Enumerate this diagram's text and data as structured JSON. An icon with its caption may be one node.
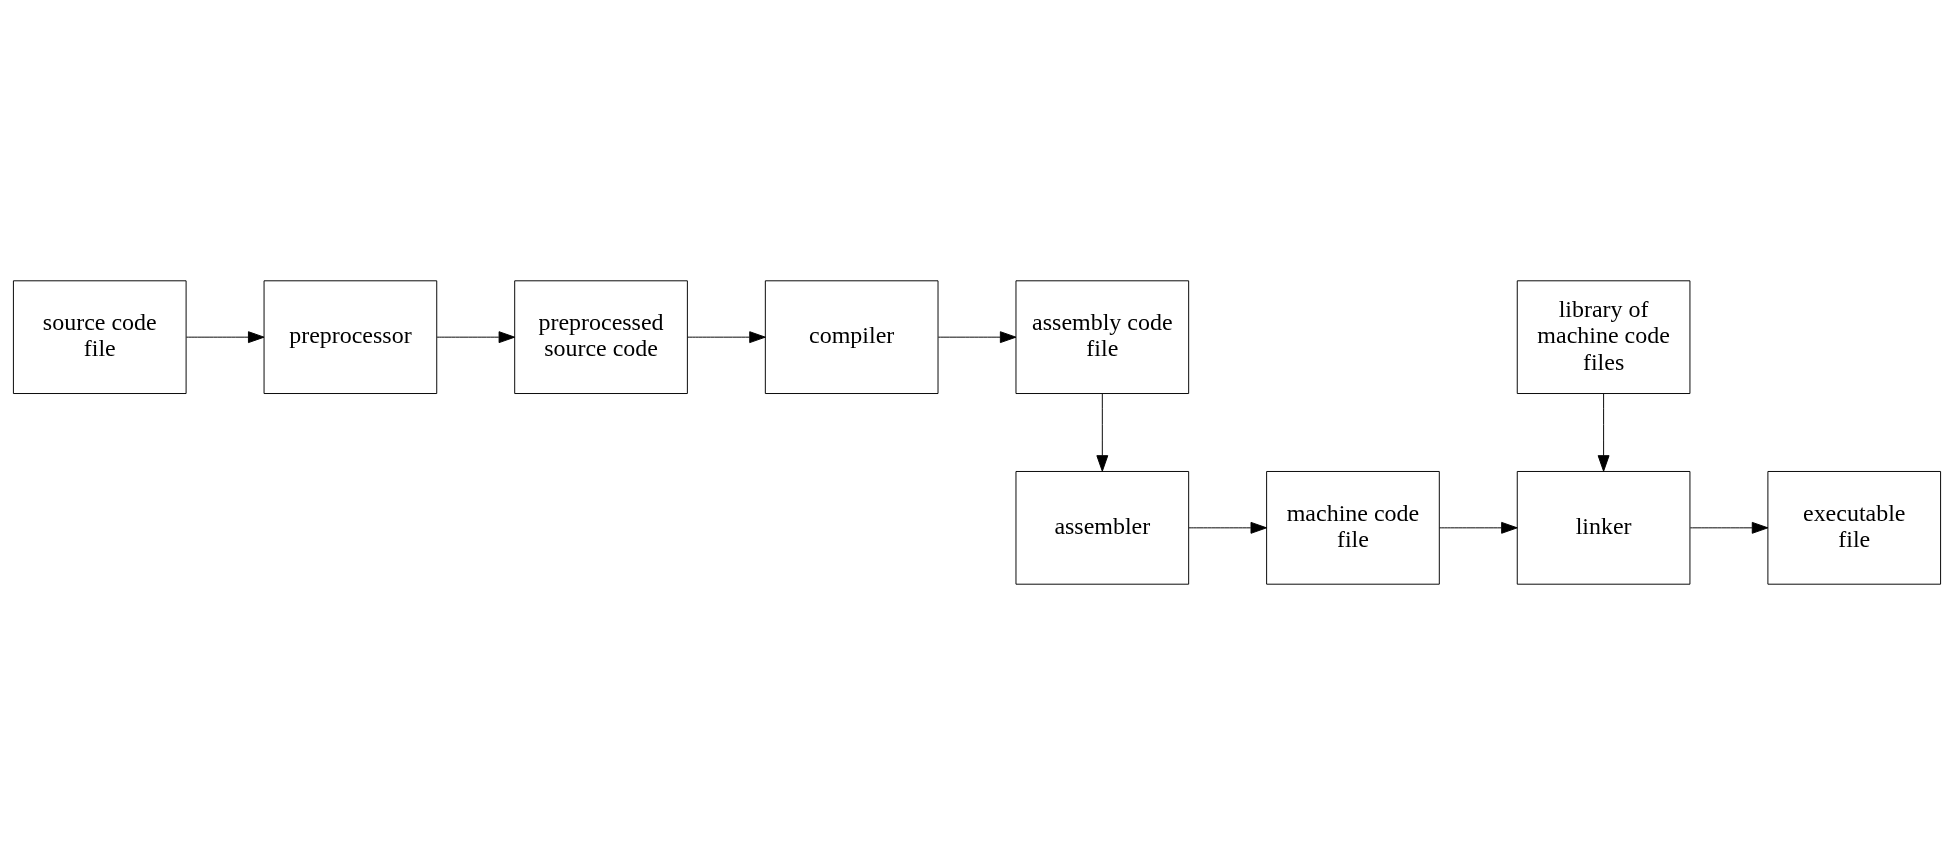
{
  "diagram": {
    "nodes": [
      {
        "text": [
          "source code file"
        ]
      },
      {
        "text": [
          "preprocessor"
        ]
      },
      {
        "text": [
          "preprocessed source code"
        ]
      },
      {
        "text": [
          "compiler"
        ]
      },
      {
        "text": [
          "assembly code file"
        ]
      },
      {
        "text": [
          "assembler"
        ]
      },
      {
        "text": [
          "machine code file"
        ]
      },
      {
        "text": [
          "linker"
        ]
      },
      {
        "text": [
          "executable file"
        ]
      },
      {
        "text": [
          "library of machine code files"
        ]
      }
    ],
    "edges": [
      {
        "from": 0,
        "to": 1,
        "arrow": "to"
      },
      {
        "from": 1,
        "to": 2,
        "arrow": "to"
      },
      {
        "from": 2,
        "to": 3,
        "arrow": "to"
      },
      {
        "from": 3,
        "to": 4,
        "arrow": "to"
      },
      {
        "from": 4,
        "to": 5,
        "arrow": "to"
      },
      {
        "from": 5,
        "to": 6,
        "arrow": "to"
      },
      {
        "from": 6,
        "to": 7,
        "arrow": "to"
      },
      {
        "from": 7,
        "to": 8,
        "arrow": "to"
      },
      {
        "from": 9,
        "to": 7,
        "arrow": "to"
      }
    ]
  }
}
